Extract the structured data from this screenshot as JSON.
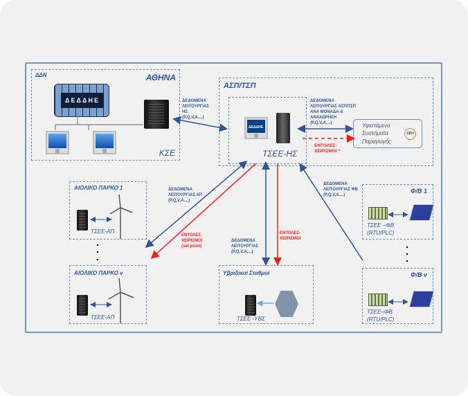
{
  "kse_box": {
    "corner_label": "ΔΔΝ",
    "title": "ΑΘΗΝΑ",
    "footer": "ΚΣΕ",
    "logo": "ΔΕΔΔΗΕ"
  },
  "link_kse": "ΔΕΔΟΜΕΝΑ\nΛΕΙΤΟΥΡΓΙΑΣ\nΗΣ\n(P,Q,V,A....)",
  "asp_box": {
    "title": "ΑΣΠ/ΤΣΠ",
    "node_label": "ΤΣΕΕ-ΗΣ",
    "logo": "ΔΕΔΔΗΕ"
  },
  "link_gen": "ΔΕΔΟΜΕΝΑ\nΛΕΙΤΟΥΡΓΙΑΣ ΑΣΠ/ΤΣΠ\nΑΝΑ ΜΟΝΑΔΑ &\nΑΝΑΧΩΡΗΣΗ\n(P,Q,V,A....)",
  "cmd_gen": "ΕΝΤΟΛΕΣ-\nΧΕΙΡΙΣΜΟΙ *",
  "generation": {
    "lines": [
      "Υφιστάμενα",
      "Συστήματα",
      "Παραγωγής"
    ],
    "logo": "ΔΕΗ"
  },
  "wind1": {
    "title": "ΑΙΟΛΙΚΟ ΠΑΡΚΟ 1",
    "node": "ΤΣΕΕ-ΑΠ"
  },
  "windn": {
    "title": "ΑΙΟΛΙΚΟ ΠΑΡΚΟ ν",
    "node": "ΤΣΕΕ-ΑΠ"
  },
  "link_wind": "ΔΕΔΟΜΕΝΑ\nΛΕΙΤΟΥΡΓΙΑΣ ΑΠ\n(P,Q,V,A....)",
  "cmd_wind": "ΕΝΤΟΛΕΣ-\nΧΕΙΡΙΣΜΟΙ\n(set-point)",
  "link_hybrid": "ΔΕΔΟΜΕΝΑ\nΛΕΙΤΟΥΡΓΙΑΣ\n(P,Q,V,A....)",
  "cmd_hybrid": "ΕΝΤΟΛΕΣ-\nΧΕΙΡΙΣΜΟΙ",
  "hybrid": {
    "title": "Υβριδικοί Σταθμοί",
    "node": "ΤΣΕΕ -ΥΒΣ"
  },
  "link_pv": "ΔΕΔΟΜΕΝΑ\nΛΕΙΤΟΥΡΓΙΑΣ ΦΒ\n(P,Q,V,A....)",
  "pv1": {
    "title": "Φ/Β 1",
    "node": "ΤΣΕΕ –ΦΒ",
    "sub": "(RTU/PLC)"
  },
  "pvn": {
    "title": "Φ/Β ν",
    "node": "ΤΣΕΕ–ΦΒ",
    "sub": "(RTU/PLC)"
  },
  "colors": {
    "data": "#2f5597",
    "command": "#ff1a1a",
    "frame": "#7595bb"
  }
}
